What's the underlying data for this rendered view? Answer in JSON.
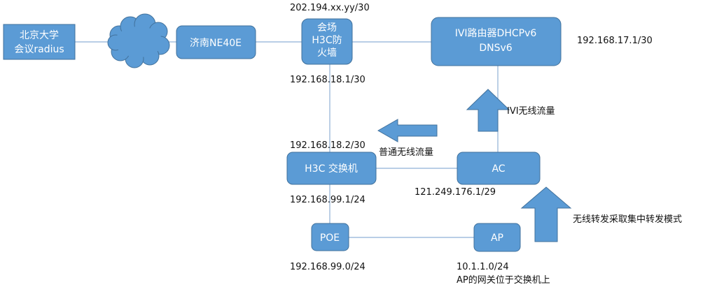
{
  "colors": {
    "node_fill": "#5b9bd5",
    "node_stroke": "#41719c",
    "link": "#8fb0d6",
    "arrow": "#5b9bd5"
  },
  "nodes": {
    "pku": {
      "line1": "北京大学",
      "line2": "会议radius"
    },
    "jinan": {
      "label": "济南NE40E"
    },
    "fw": {
      "line1": "会场",
      "line2": "H3C防",
      "line3": "火墙"
    },
    "ivi": {
      "line1": "IVI路由器DHCPv6",
      "line2": "DNSv6"
    },
    "switch": {
      "label": "H3C 交换机"
    },
    "ac": {
      "label": "AC"
    },
    "poe": {
      "label": "POE"
    },
    "ap": {
      "label": "AP"
    }
  },
  "labels": {
    "fw_top": "202.194.xx.yy/30",
    "ivi_ip": "192.168.17.1/30",
    "fw_bottom": "192.168.18.1/30",
    "ivi_traffic": "IVI无线流量",
    "switch_top": "192.168.18.2/30",
    "normal_traffic": "普通无线流量",
    "ac_ip": "121.249.176.1/29",
    "switch_bottom": "192.168.99.1/24",
    "forward_mode": "无线转发采取集中转发模式",
    "poe_ip": "192.168.99.0/24",
    "ap_ip": "10.1.1.0/24",
    "ap_gateway": "AP的网关位于交换机上"
  }
}
